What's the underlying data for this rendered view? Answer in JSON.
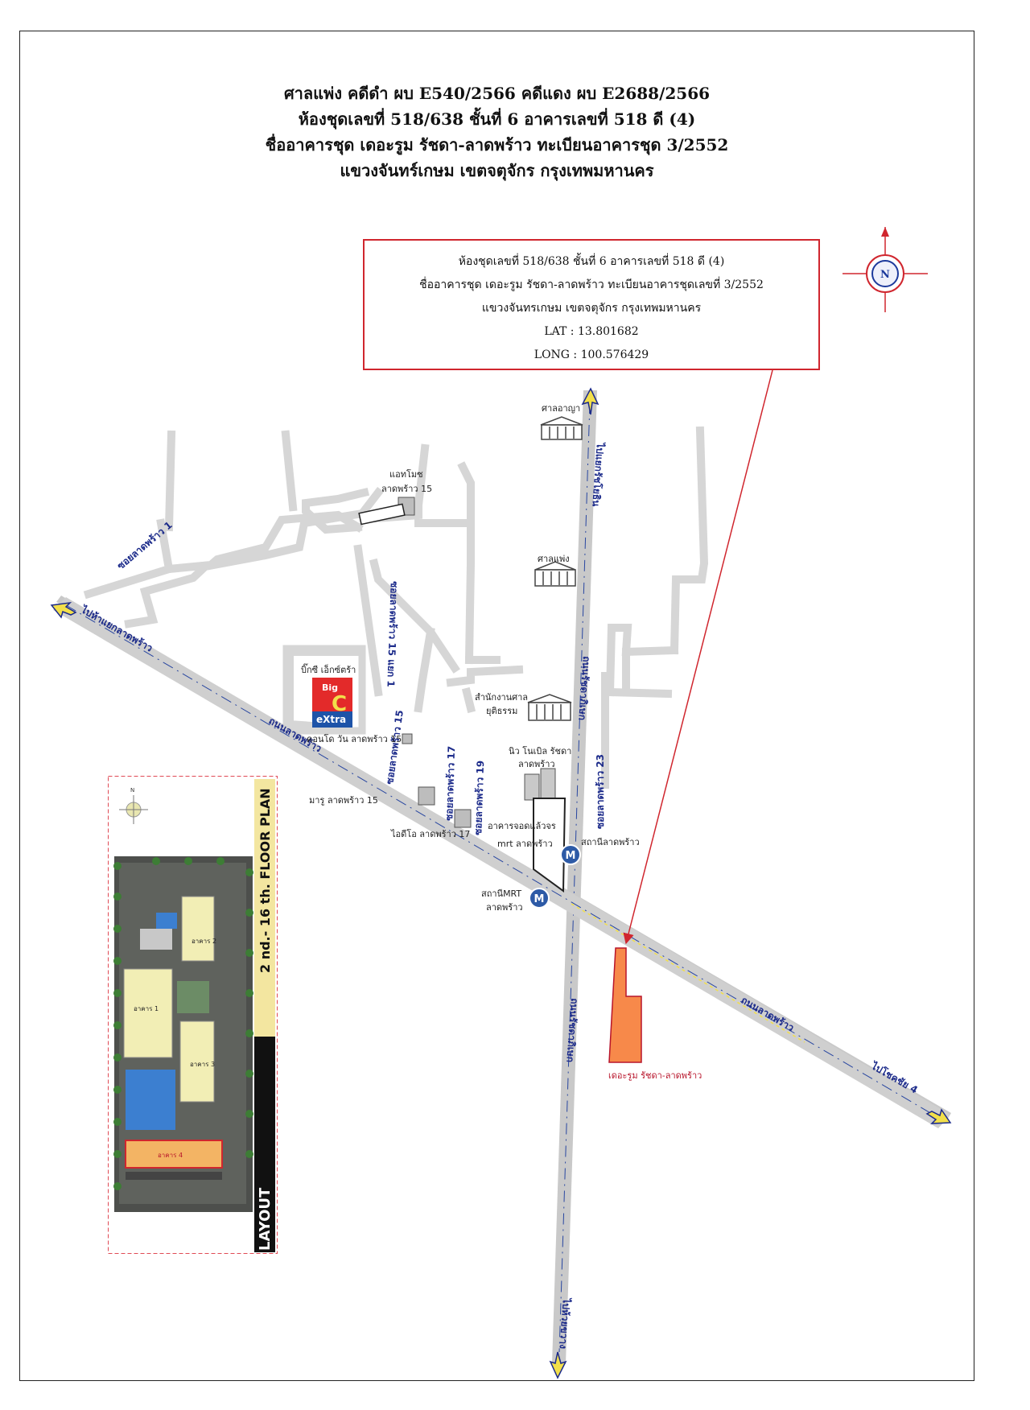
{
  "header": {
    "line1": "ศาลแพ่ง  คดีดำ ผบ E540/2566  คดีแดง ผบ E2688/2566",
    "line2": "ห้องชุดเลขที่ 518/638 ชั้นที่ 6 อาคารเลขที่ 518 ดี (4)",
    "line3": "ชื่ออาคารชุด เดอะรูม รัชดา-ลาดพร้าว ทะเบียนอาคารชุด 3/2552",
    "line4": "แขวงจันทร์เกษม เขตจตุจักร  กรุงเทพมหานคร"
  },
  "infobox": {
    "line1": "ห้องชุดเลขที่ 518/638 ชั้นที่ 6 อาคารเลขที่ 518 ดี (4)",
    "line2": "ชื่ออาคารชุด เดอะรูม รัชดา-ลาดพร้าว ทะเบียนอาคารชุดเลขที่ 3/2552",
    "line3": "แขวงจันทรเกษม เขตจตุจักร กรุงเทพมหานคร",
    "lat": "LAT : 13.801682",
    "long": "LONG : 100.576429"
  },
  "compass": {
    "letter": "N",
    "icon": "compass-rose-icon"
  },
  "roads": {
    "ladprao_upper": "ไปห้าแยกลาดพร้าว",
    "ladprao_mid": "ถนนลาดพร้าว",
    "ladprao_lower": "ถนนลาดพร้าว",
    "ladprao_end": "ไปโชคชัย 4",
    "ratchada_north": "ไปแยกรัชโยธิน",
    "ratchada_mid": "ถนนรัชดาภิเษก",
    "ratchada_south": "ถนนรัชดาภิเษก",
    "ratchada_end": "ไปห้วยขวาง",
    "soi1": "ซอยลาดพร้าว 1",
    "soi15_yaek1": "ซอยลาดพร้าว 15 แยก 1",
    "soi15": "ซอยลาดพร้าว 15",
    "soi17": "ซอยลาดพร้าว 17",
    "soi19": "ซอยลาดพร้าว 19",
    "soi23": "ซอยลาดพร้าว 23"
  },
  "landmarks": {
    "criminal_court": "ศาลอาญา",
    "civil_court": "ศาลแพ่ง",
    "court_office_1": "สำนักงานศาล",
    "court_office_2": "ยุติธรรม",
    "atmoz_1": "แอทโมซ",
    "atmoz_2": "ลาดพร้าว 15",
    "bigc_label": "บิ๊กซี เอ็กซ์ตร้า",
    "bigc_logo_big": "Big",
    "bigc_logo_c": "C",
    "bigc_logo_extra": "eXtra",
    "condo_one": "คอนโด วัน ลาดพร้าว 15",
    "maru": "มารู ลาดพร้าว 15",
    "ideo": "ไอดีโอ ลาดพร้าว 17",
    "noble_1": "นิว โนเบิล รัชดา",
    "noble_2": "ลาดพร้าว",
    "parking_1": "อาคารจอดแล้วจร",
    "parking_2": "mrt ลาดพร้าว",
    "station_label": "สถานีลาดพร้าว",
    "mrt_label_1": "สถานีMRT",
    "mrt_label_2": "ลาดพร้าว",
    "mrt_icon_letter": "M",
    "target_label": "เดอะรูม รัชดา-ลาดพร้าว"
  },
  "floorplan": {
    "vertical_title": "2 nd.- 16 th.  FLOOR PLAN",
    "layout_word": "LAYOUT",
    "north": "N",
    "bldg2": "อาคาร 2",
    "bldg1": "อาคาร 1",
    "bldg3": "อาคาร 3",
    "bldg4": "อาคาร 4"
  },
  "colors": {
    "road": "#d6d6d6",
    "major_road": "#c4c4c4",
    "red": "#d0262e",
    "target_fill": "#f7894a",
    "label_blue": "#1b2a8a",
    "arrow_yellow": "#f2df4a",
    "mrt_blue": "#2d5aa6"
  }
}
